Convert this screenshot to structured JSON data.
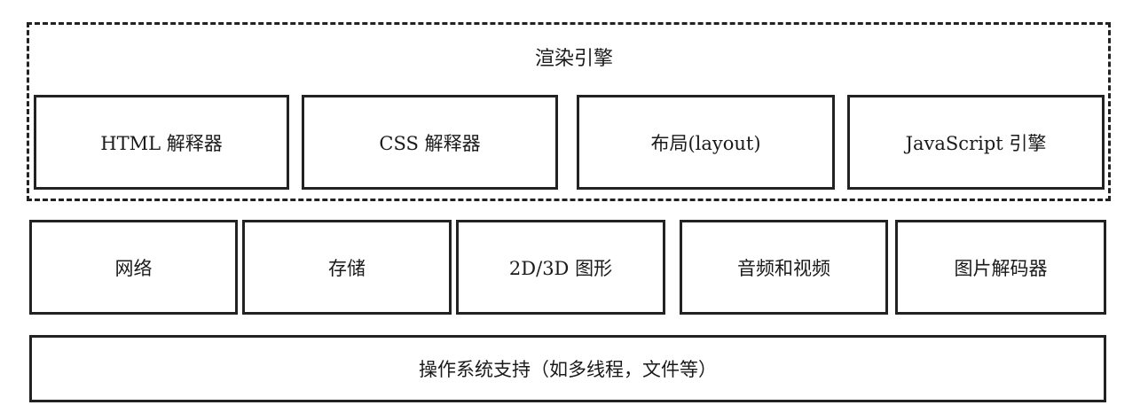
{
  "engine": {
    "title": "渲染引擎",
    "components": [
      {
        "label": "HTML 解释器"
      },
      {
        "label": "CSS 解释器"
      },
      {
        "label": "布局(layout)"
      },
      {
        "label": "JavaScript 引擎"
      }
    ]
  },
  "modules": [
    {
      "label": "网络"
    },
    {
      "label": "存储"
    },
    {
      "label": "2D/3D 图形"
    },
    {
      "label": "音频和视频"
    },
    {
      "label": "图片解码器"
    }
  ],
  "os": {
    "label": "操作系统支持（如多线程，文件等）"
  }
}
